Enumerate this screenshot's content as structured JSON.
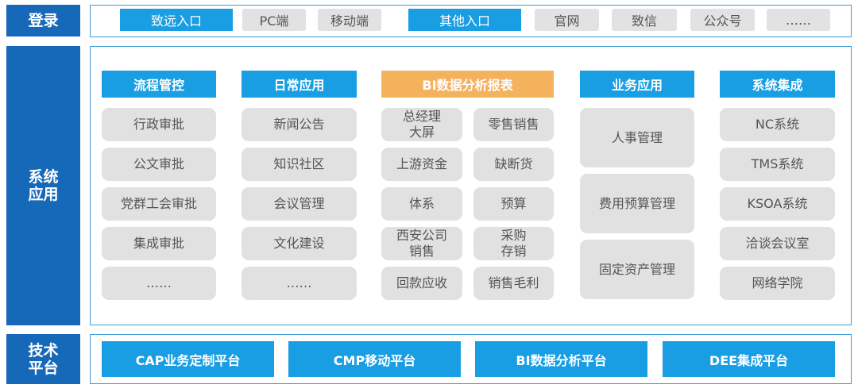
{
  "rows": {
    "login_label": "登录",
    "system_label": "系统\n应用",
    "tech_label": "技术\n平台"
  },
  "login": {
    "zhiyuan_entry": "致远入口",
    "pc": "PC端",
    "mobile": "移动端",
    "other_entry": "其他入口",
    "official_site": "官网",
    "zhixin": "致信",
    "wechat_public": "公众号",
    "more": "……"
  },
  "columns": [
    {
      "title": "流程管控",
      "items": [
        "行政审批",
        "公文审批",
        "党群工会审批",
        "集成审批",
        "……"
      ]
    },
    {
      "title": "日常应用",
      "items": [
        "新闻公告",
        "知识社区",
        "会议管理",
        "文化建设",
        "……"
      ]
    },
    {
      "title": "BI数据分析报表",
      "left_items": [
        "总经理\n大屏",
        "上游资金",
        "体系",
        "西安公司\n销售",
        "回款应收"
      ],
      "right_items": [
        "零售销售",
        "缺断货",
        "预算",
        "采购\n存销",
        "销售毛利"
      ]
    },
    {
      "title": "业务应用",
      "items": [
        "人事管理",
        "费用预算管理",
        "固定资产管理"
      ]
    },
    {
      "title": "系统集成",
      "items": [
        "NC系统",
        "TMS系统",
        "KSOA系统",
        "洽谈会议室",
        "网络学院"
      ]
    }
  ],
  "platforms": [
    "CAP业务定制平台",
    "CMP移动平台",
    "BI数据分析平台",
    "DEE集成平台"
  ],
  "colors": {
    "label_blue": "#1668b8",
    "button_blue": "#199ee3",
    "bi_orange": "#f5b25d",
    "cell_gray": "#e1e1e1",
    "frame_blue": "#3d9ad8"
  }
}
